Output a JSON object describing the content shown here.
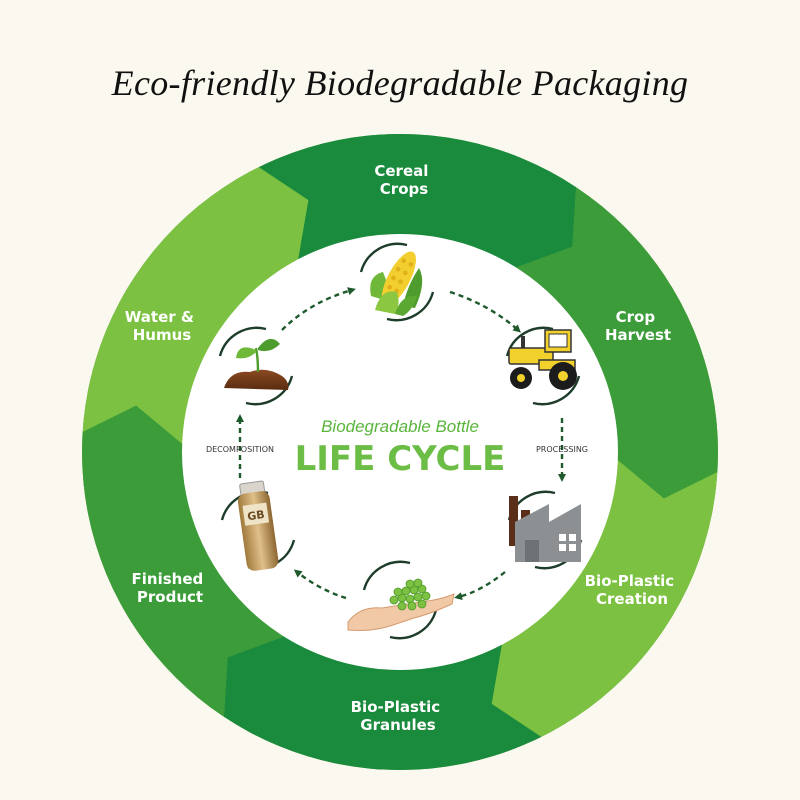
{
  "title": "Eco-friendly Biodegradable Packaging",
  "center": {
    "subtitle": "Biodegradable Bottle",
    "title": "LIFE CYCLE"
  },
  "stages": [
    {
      "line1": "Cereal",
      "line2": "Crops",
      "icon": "corn-icon"
    },
    {
      "line1": "Crop",
      "line2": "Harvest",
      "icon": "tractor-icon"
    },
    {
      "line1": "Bio-Plastic",
      "line2": "Creation",
      "icon": "factory-icon"
    },
    {
      "line1": "Bio-Plastic",
      "line2": "Granules",
      "icon": "granules-hand-icon"
    },
    {
      "line1": "Finished",
      "line2": "Product",
      "icon": "bottle-icon"
    },
    {
      "line1": "Water &",
      "line2": "Humus",
      "icon": "sprout-soil-icon"
    }
  ],
  "arrow_labels": {
    "processing": "PROCESSING",
    "decomposition": "DECOMPOSITION"
  },
  "bottle_label": "GB",
  "colors": {
    "background": "#fbf9ef",
    "ring_dark": "#1a8a3c",
    "ring_mid": "#3c9c3a",
    "ring_light": "#7cc142",
    "ring_base": "#4aa83f",
    "center_fill": "#ffffff",
    "subtitle": "#5ab53c",
    "main_title": "#6cbd45",
    "cycle_arrows": "#1e5a2c"
  }
}
